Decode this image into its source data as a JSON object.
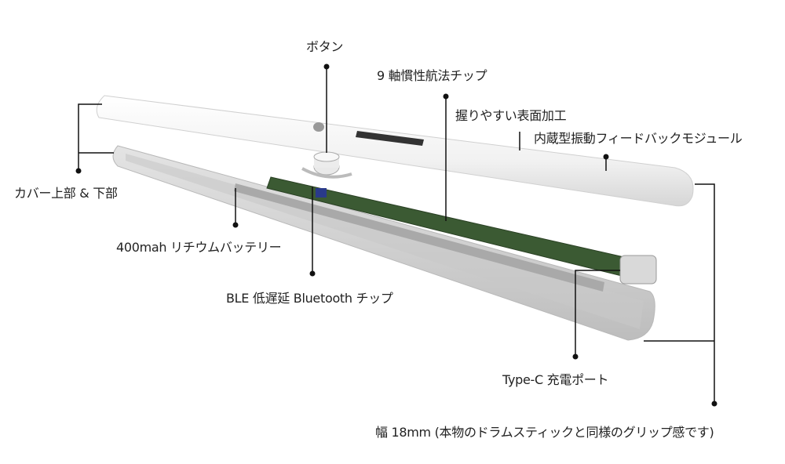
{
  "labels": {
    "button": "ボタン",
    "imu": "9 軸慣性航法チップ",
    "grip": "握りやすい表面加工",
    "vibration": "内蔵型振動フィードバックモジュール",
    "cover": "カバー上部 & 下部",
    "battery": "400mah リチウムバッテリー",
    "ble": "BLE 低遅延 Bluetooth チップ",
    "typec": "Type-C 充電ポート",
    "width": "幅 18mm (本物のドラムスティックと同様のグリップ感です)"
  },
  "colors": {
    "pcb": "#3b5a33",
    "shell": "#f2f2f2",
    "line": "#111111"
  }
}
